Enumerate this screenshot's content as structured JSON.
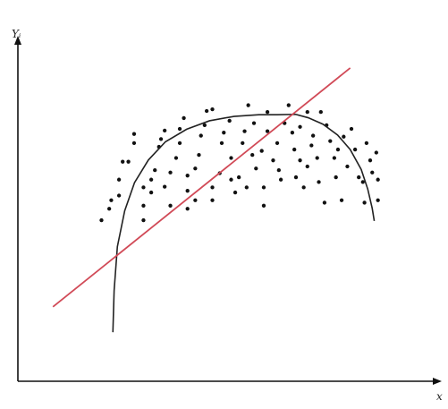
{
  "chart_data": {
    "type": "scatter",
    "title": "",
    "xlabel": "x",
    "ylabel": "Yᵢ",
    "xlim": [
      0,
      100
    ],
    "ylim": [
      0,
      100
    ],
    "grid": false,
    "legend": "none",
    "series": [
      {
        "type": "scatter",
        "color": "#111111",
        "points": [
          [
            20.5,
            47.6
          ],
          [
            22.4,
            51.0
          ],
          [
            22.9,
            53.5
          ],
          [
            24.8,
            54.9
          ],
          [
            24.8,
            59.6
          ],
          [
            25.7,
            64.9
          ],
          [
            27.1,
            64.9
          ],
          [
            28.5,
            70.4
          ],
          [
            28.5,
            73.1
          ],
          [
            30.8,
            57.3
          ],
          [
            30.8,
            51.9
          ],
          [
            30.8,
            47.6
          ],
          [
            32.7,
            55.8
          ],
          [
            32.7,
            59.6
          ],
          [
            33.6,
            62.4
          ],
          [
            34.6,
            69.3
          ],
          [
            35.1,
            71.6
          ],
          [
            36.0,
            74.1
          ],
          [
            36.0,
            57.5
          ],
          [
            37.4,
            51.9
          ],
          [
            37.4,
            61.7
          ],
          [
            38.8,
            66.0
          ],
          [
            39.7,
            70.4
          ],
          [
            39.7,
            74.6
          ],
          [
            40.7,
            77.8
          ],
          [
            41.6,
            60.8
          ],
          [
            41.6,
            56.3
          ],
          [
            41.6,
            51.0
          ],
          [
            43.5,
            62.9
          ],
          [
            43.5,
            53.5
          ],
          [
            44.4,
            66.9
          ],
          [
            44.9,
            72.6
          ],
          [
            45.8,
            75.7
          ],
          [
            46.3,
            79.9
          ],
          [
            47.7,
            80.4
          ],
          [
            47.7,
            57.3
          ],
          [
            47.7,
            53.5
          ],
          [
            49.5,
            61.5
          ],
          [
            50.0,
            70.4
          ],
          [
            50.5,
            73.5
          ],
          [
            51.9,
            77.0
          ],
          [
            52.3,
            66.0
          ],
          [
            52.3,
            59.6
          ],
          [
            53.3,
            55.8
          ],
          [
            54.2,
            60.3
          ],
          [
            55.1,
            70.4
          ],
          [
            55.6,
            73.9
          ],
          [
            56.5,
            81.6
          ],
          [
            56.1,
            57.3
          ],
          [
            57.5,
            66.9
          ],
          [
            57.9,
            76.3
          ],
          [
            58.4,
            62.9
          ],
          [
            59.8,
            68.1
          ],
          [
            60.3,
            57.3
          ],
          [
            60.3,
            51.9
          ],
          [
            61.2,
            79.6
          ],
          [
            61.2,
            73.9
          ],
          [
            62.6,
            65.3
          ],
          [
            63.6,
            70.4
          ],
          [
            64.0,
            62.4
          ],
          [
            64.5,
            59.6
          ],
          [
            65.4,
            76.3
          ],
          [
            66.4,
            81.6
          ],
          [
            67.3,
            73.5
          ],
          [
            67.8,
            68.5
          ],
          [
            68.2,
            60.3
          ],
          [
            69.2,
            65.3
          ],
          [
            69.2,
            75.2
          ],
          [
            70.1,
            57.3
          ],
          [
            71.0,
            63.5
          ],
          [
            71.0,
            79.6
          ],
          [
            72.0,
            69.7
          ],
          [
            72.4,
            72.6
          ],
          [
            73.4,
            66.0
          ],
          [
            73.8,
            58.9
          ],
          [
            74.3,
            79.6
          ],
          [
            75.2,
            52.8
          ],
          [
            75.7,
            75.7
          ],
          [
            76.6,
            71.0
          ],
          [
            77.6,
            66.0
          ],
          [
            78.0,
            60.3
          ],
          [
            78.5,
            68.5
          ],
          [
            79.4,
            53.5
          ],
          [
            79.9,
            72.3
          ],
          [
            80.8,
            63.5
          ],
          [
            81.8,
            74.6
          ],
          [
            82.7,
            68.5
          ],
          [
            83.6,
            60.3
          ],
          [
            84.6,
            58.9
          ],
          [
            85.0,
            52.8
          ],
          [
            85.5,
            70.4
          ],
          [
            86.4,
            65.3
          ],
          [
            86.9,
            61.7
          ],
          [
            87.9,
            67.6
          ],
          [
            88.3,
            59.6
          ],
          [
            88.3,
            53.5
          ]
        ]
      },
      {
        "type": "line",
        "color": "#222222",
        "x": [
          23.3,
          23.6,
          24.4,
          26.2,
          28.6,
          32.0,
          36.2,
          41.4,
          47.0,
          53.0,
          59.1,
          63.6,
          68.1,
          71.2,
          74.8,
          78.4,
          81.5,
          84.2,
          85.8,
          86.9,
          87.4
        ],
        "y": [
          14.5,
          26.8,
          39.8,
          50.4,
          58.7,
          65.4,
          70.8,
          74.5,
          77.0,
          78.3,
          78.8,
          78.8,
          78.9,
          77.9,
          76.0,
          72.8,
          68.5,
          62.6,
          56.8,
          51.1,
          47.4
        ]
      },
      {
        "type": "line",
        "color": "#d14a57",
        "x": [
          8.6,
          81.5
        ],
        "y": [
          22.0,
          92.6
        ]
      }
    ]
  }
}
